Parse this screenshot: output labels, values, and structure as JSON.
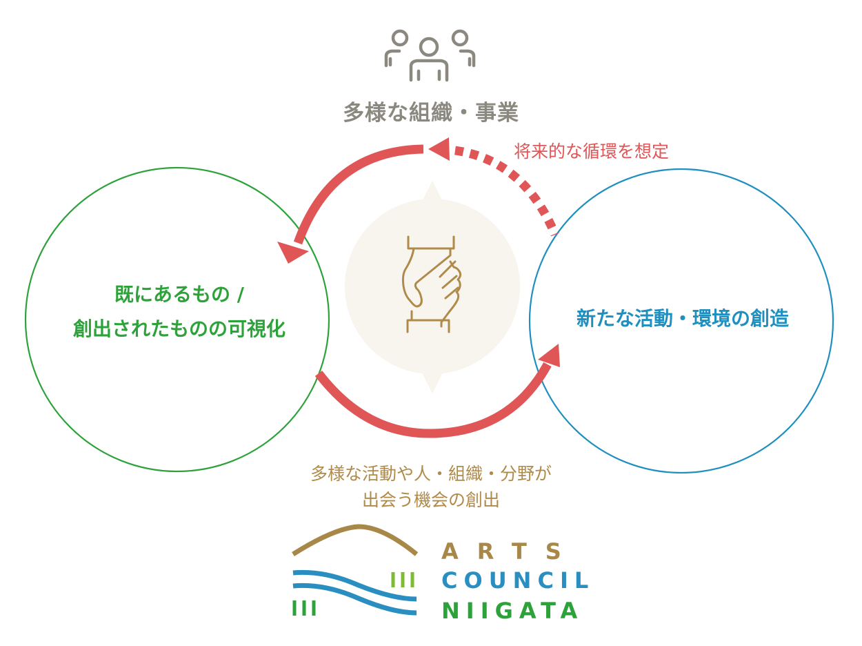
{
  "top_node": {
    "icon": "people-group-icon",
    "title": "多様な組織・事業"
  },
  "future_cycle": {
    "label": "将来的な循環を想定"
  },
  "left_node": {
    "line1": "既にあるもの /",
    "line2": "創出されたものの可視化"
  },
  "right_node": {
    "label": "新たな活動・環境の創造"
  },
  "center_node": {
    "icon": "handshake-grip-icon"
  },
  "bottom_caption": {
    "line1": "多様な活動や人・組織・分野が",
    "line2": "出会う機会の創出"
  },
  "logo": {
    "line1": "ARTS",
    "line2": "COUNCIL",
    "line3": "NIIGATA"
  },
  "colors": {
    "arrow": "#e05556",
    "left_circle": "#2ea23a",
    "right_circle": "#1e8fbf",
    "center_bg": "#f8f4ee",
    "gold": "#b08a49",
    "gray": "#8a887f",
    "logo_green_light": "#7dbb35"
  }
}
